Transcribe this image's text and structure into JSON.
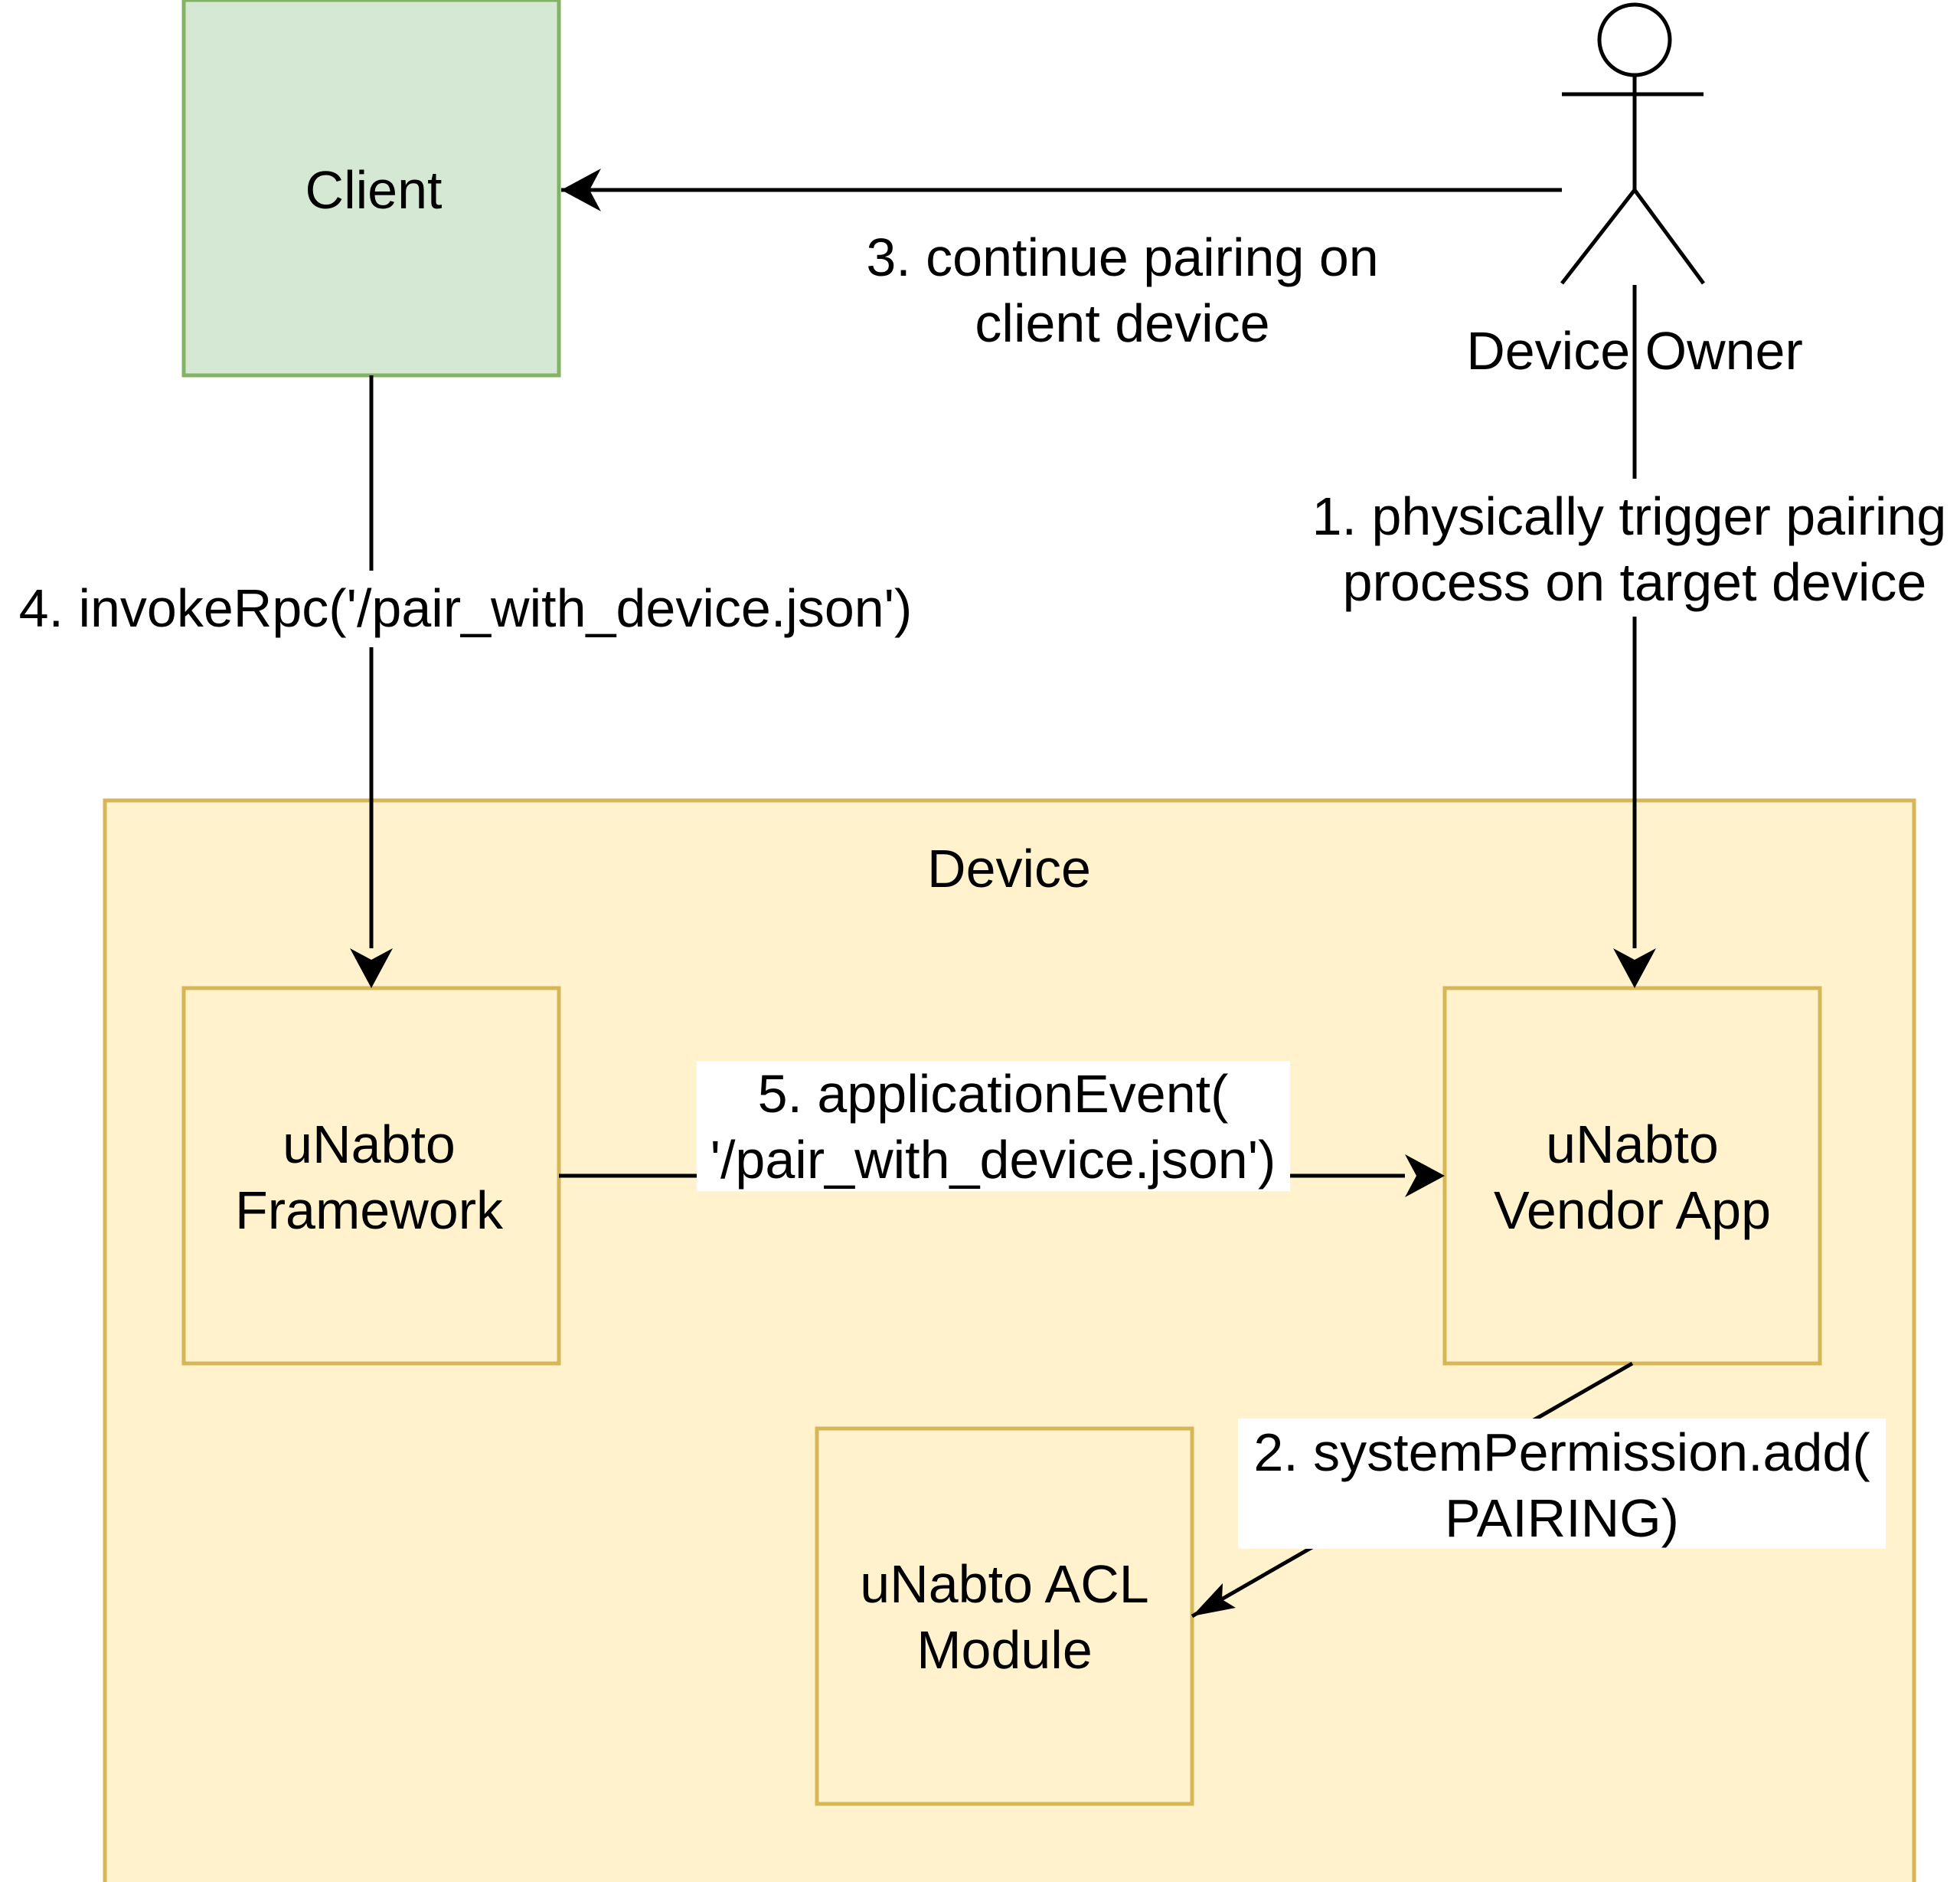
{
  "diagram": {
    "colors": {
      "client_fill": "#d5e8d4",
      "client_stroke": "#82b366",
      "device_fill": "#fff2cc",
      "device_stroke": "#d6b656",
      "line": "#000000",
      "label_bg": "#ffffff"
    },
    "nodes": {
      "client": "Client",
      "device_owner": "Device Owner",
      "device": "Device",
      "framework": [
        "uNabto",
        "Framework"
      ],
      "vendor_app": [
        "uNabto",
        "Vendor App"
      ],
      "acl_module": [
        "uNabto ACL",
        "Module"
      ]
    },
    "edges": {
      "step1": [
        "1. physically trigger pairing",
        "process on target device"
      ],
      "step2": [
        "2. systemPermission.add(",
        "PAIRING)"
      ],
      "step3": [
        "3. continue pairing on",
        "client device"
      ],
      "step4": "4. invokeRpc('/pair_with_device.json')",
      "step5": [
        "5. applicationEvent(",
        "'/pair_with_device.json')"
      ]
    }
  }
}
